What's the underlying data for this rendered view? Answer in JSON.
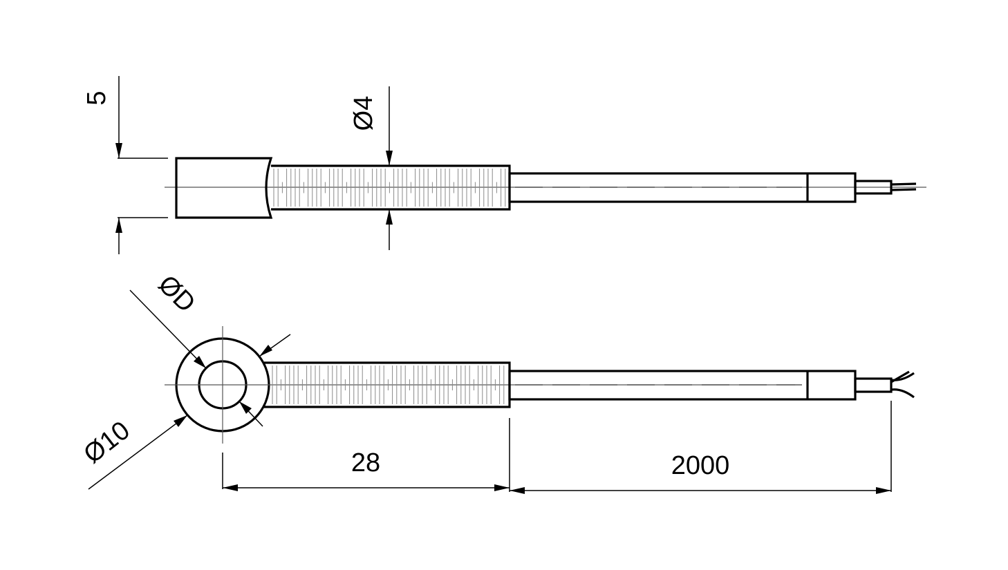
{
  "dimensions": {
    "tip_height": "5",
    "shaft_diameter": "Ø4",
    "ring_inner": "ØD",
    "ring_outer": "Ø10",
    "shaft_length": "28",
    "cable_length": "2000"
  }
}
